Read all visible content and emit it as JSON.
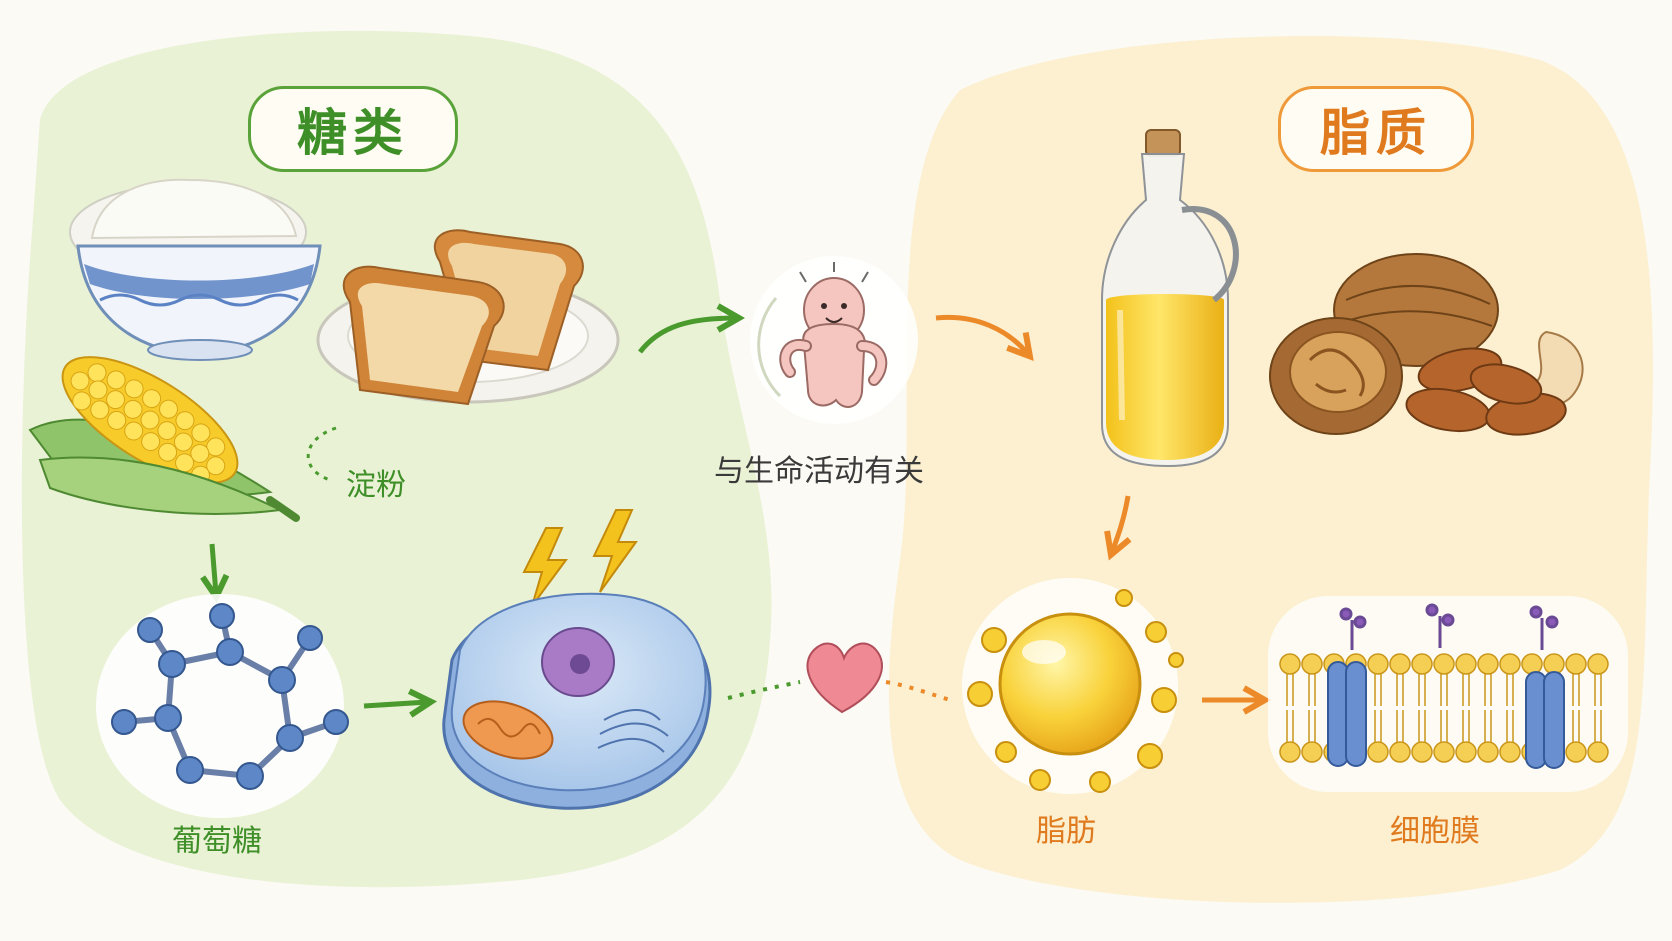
{
  "diagram": {
    "sugar_title": "糖类",
    "lipid_title": "脂质",
    "labels": {
      "starch": "淀粉",
      "glucose": "葡萄糖",
      "life": "与生命活动有关",
      "fat": "脂肪",
      "membrane": "细胞膜"
    },
    "colors": {
      "sugar_accent": "#3f8f28",
      "lipid_accent": "#e07a1e",
      "sugar_background": "#e8f1d3",
      "lipid_background": "#fcefcf"
    },
    "icons": [
      "rice-bowl-icon",
      "toast-plate-icon",
      "corn-icon",
      "glucose-molecule-icon",
      "cell-icon",
      "lightning-icon",
      "person-icon",
      "heart-icon",
      "oil-bottle-icon",
      "nuts-icon",
      "fat-droplet-icon",
      "cell-membrane-icon"
    ]
  }
}
